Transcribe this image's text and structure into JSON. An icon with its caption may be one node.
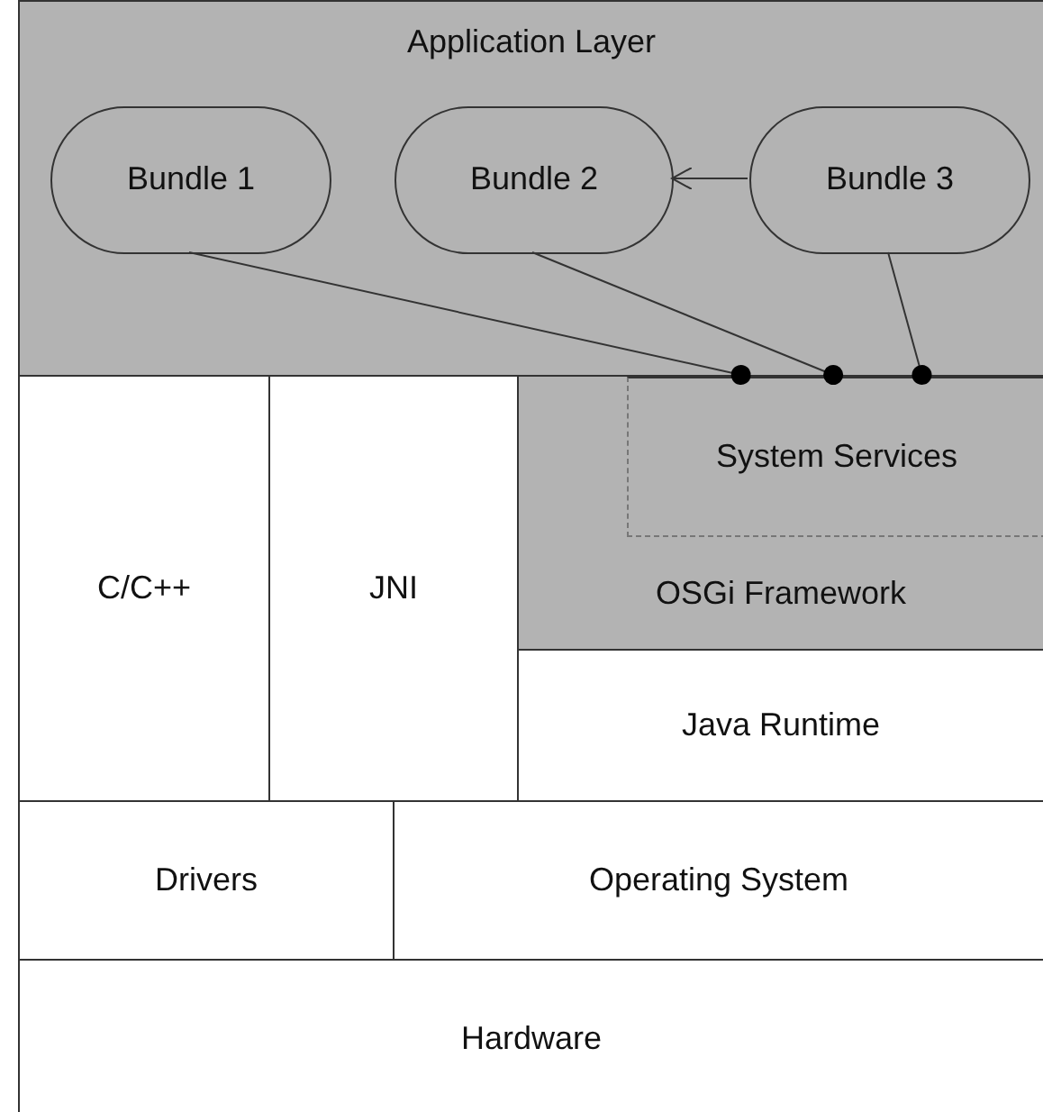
{
  "diagram": {
    "nodes": [
      {
        "text": [
          "Application Layer"
        ]
      },
      {
        "text": [
          "Bundle 1"
        ],
        "in": 0
      },
      {
        "text": [
          "Bundle 2"
        ],
        "in": 0
      },
      {
        "text": [
          "Bundle 3"
        ],
        "in": 0
      },
      {
        "text": [
          "C/C++"
        ]
      },
      {
        "text": [
          "JNI"
        ]
      },
      {
        "text": [
          "OSGi Framework"
        ]
      },
      {
        "text": [
          "System Services"
        ],
        "in": 6
      },
      {
        "text": [
          "Java Runtime"
        ]
      },
      {
        "text": [
          "Drivers"
        ]
      },
      {
        "text": [
          "Operating System"
        ]
      },
      {
        "text": [
          "Hardware"
        ]
      }
    ],
    "edges": [
      {
        "from": 3,
        "to": 2,
        "arrow": "to"
      },
      {
        "from": 1,
        "to": 7,
        "arrow": "other"
      },
      {
        "from": 2,
        "to": 7,
        "arrow": "other"
      },
      {
        "from": 3,
        "to": 7,
        "arrow": "other"
      }
    ]
  }
}
